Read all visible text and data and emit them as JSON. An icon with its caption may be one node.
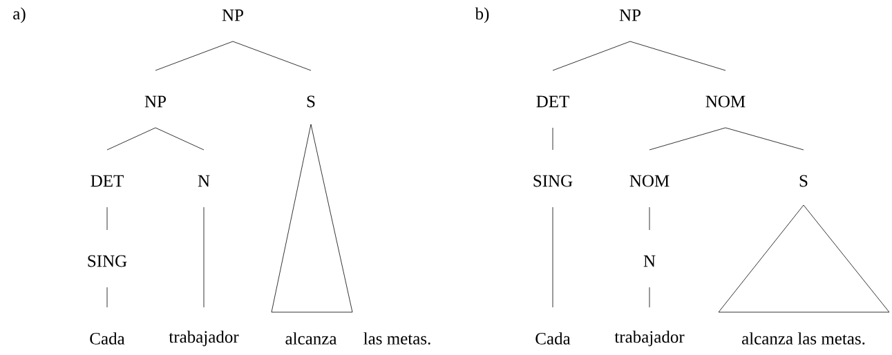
{
  "diagram": {
    "nodes": [
      {
        "text": [
          "NP"
        ]
      },
      {
        "text": [
          "NP"
        ]
      },
      {
        "text": [
          "S"
        ]
      },
      {
        "text": [],
        "shape": "triangle"
      },
      {
        "text": [
          "DET"
        ]
      },
      {
        "text": [
          "N"
        ]
      },
      {
        "text": [
          "SING"
        ]
      },
      {
        "text": [
          "Cada"
        ]
      },
      {
        "text": [
          "trabajador"
        ]
      },
      {
        "text": [
          "alcanza"
        ]
      },
      {
        "text": [
          "las metas."
        ]
      },
      {
        "text": [
          "NP"
        ]
      },
      {
        "text": [
          "DET"
        ]
      },
      {
        "text": [
          "NOM"
        ]
      },
      {
        "text": [
          "SING"
        ]
      },
      {
        "text": [
          "NOM"
        ]
      },
      {
        "text": [
          "S"
        ]
      },
      {
        "text": [],
        "shape": "triangle"
      },
      {
        "text": [
          "N"
        ]
      },
      {
        "text": [
          "Cada"
        ]
      },
      {
        "text": [
          "trabajador"
        ]
      },
      {
        "text": [
          "alcanza las metas."
        ]
      }
    ],
    "edges": [
      {
        "from": 0,
        "to": 1,
        "arrow": "none"
      },
      {
        "from": 0,
        "to": 2,
        "arrow": "none"
      },
      {
        "from": 1,
        "to": 4,
        "arrow": "none"
      },
      {
        "from": 1,
        "to": 5,
        "arrow": "none"
      },
      {
        "from": 4,
        "to": 6,
        "arrow": "none"
      },
      {
        "from": 6,
        "to": 7,
        "arrow": "none"
      },
      {
        "from": 5,
        "to": 8,
        "arrow": "none"
      },
      {
        "from": 11,
        "to": 12,
        "arrow": "none"
      },
      {
        "from": 11,
        "to": 13,
        "arrow": "none"
      },
      {
        "from": 12,
        "to": 14,
        "arrow": "none"
      },
      {
        "from": 14,
        "to": 19,
        "arrow": "none"
      },
      {
        "from": 13,
        "to": 15,
        "arrow": "none"
      },
      {
        "from": 13,
        "to": 16,
        "arrow": "none"
      },
      {
        "from": 15,
        "to": 18,
        "arrow": "none"
      },
      {
        "from": 18,
        "to": 20,
        "arrow": "none"
      }
    ],
    "labels": [
      "a)",
      "b)"
    ]
  }
}
